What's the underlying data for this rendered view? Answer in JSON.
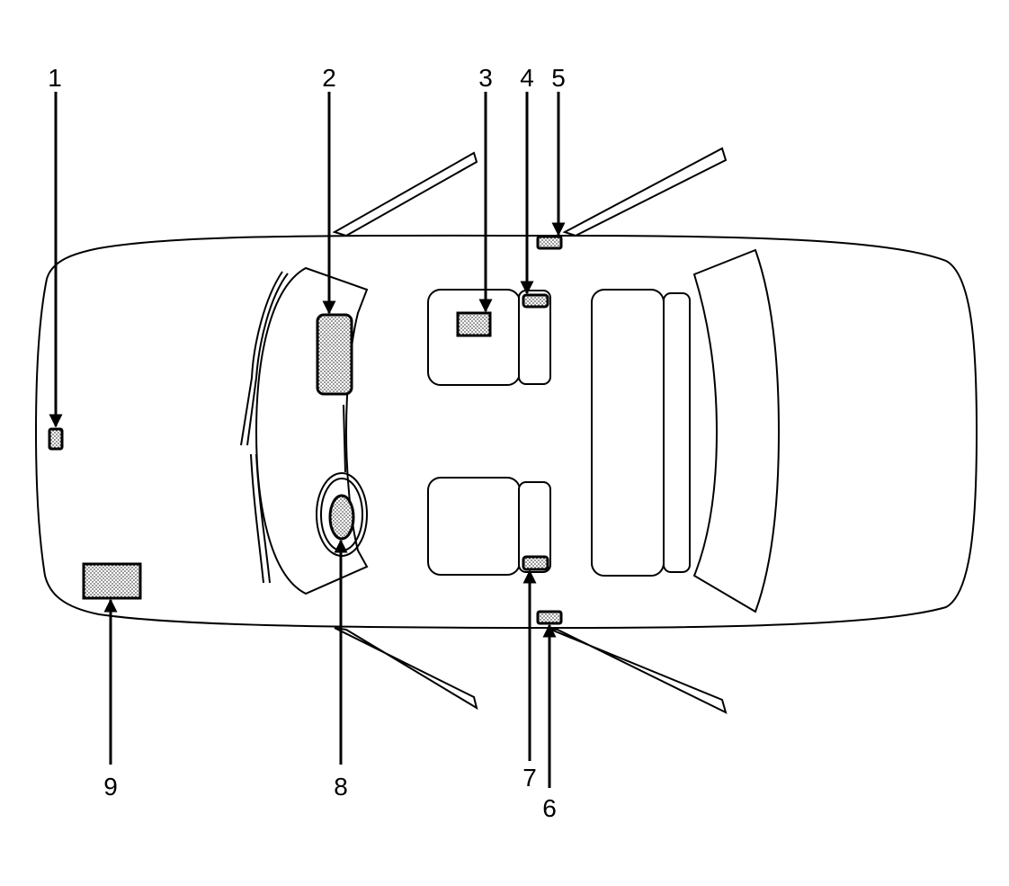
{
  "colors": {
    "line": "#000000",
    "background": "#ffffff",
    "component_fill": "#d9d9d9"
  },
  "callouts": [
    {
      "id": "1",
      "label": "1"
    },
    {
      "id": "2",
      "label": "2"
    },
    {
      "id": "3",
      "label": "3"
    },
    {
      "id": "4",
      "label": "4"
    },
    {
      "id": "5",
      "label": "5"
    },
    {
      "id": "6",
      "label": "6"
    },
    {
      "id": "7",
      "label": "7"
    },
    {
      "id": "8",
      "label": "8"
    },
    {
      "id": "9",
      "label": "9"
    }
  ]
}
